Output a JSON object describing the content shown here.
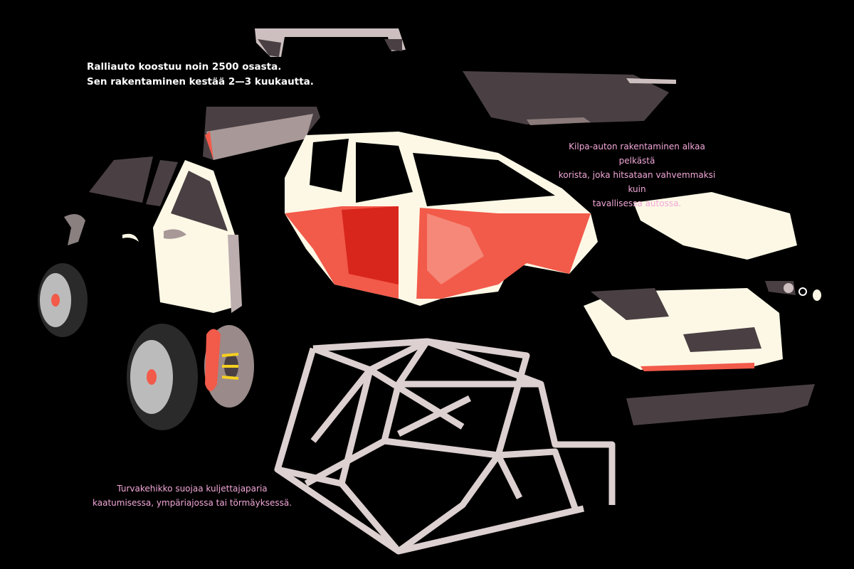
{
  "intro": {
    "line1": "Ralliauto koostuu noin 2500 osasta.",
    "line2": "Sen rakentaminen kestää 2—3 kuukautta."
  },
  "body_caption": {
    "line1": "Kilpa-auton rakentaminen alkaa pelkästä",
    "line2": "korista, joka hitsataan vahvemmaksi kuin",
    "line3": "tavallisessa autossa."
  },
  "cage_caption": {
    "line1": "Turvakehikko suojaa kuljettajaparia",
    "line2": "kaatumisessa, ympäriajossa tai törmäyksessä."
  },
  "colors": {
    "background": "#000000",
    "cream": "#fdf8e6",
    "red": "#f25a4a",
    "dark_red": "#d8261c",
    "glass": "#4a4043",
    "caption_pink": "#f2a7d8",
    "cage": "#ddd0d0"
  }
}
